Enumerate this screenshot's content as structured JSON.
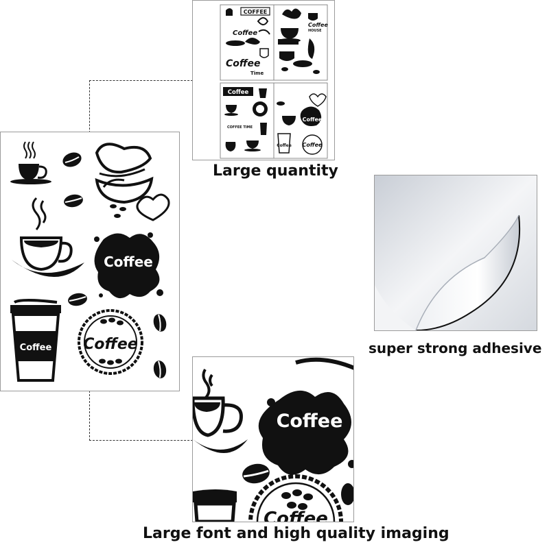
{
  "captions": {
    "top": "Large quantity",
    "right": "super strong adhesive",
    "bottom": "Large font and high quality imaging"
  },
  "stickers": {
    "word": "Coffee",
    "banner_word": "COFFEE",
    "time_word": "Time",
    "coffee_time": "COFFEE TIME",
    "house": "HOUSE"
  },
  "icons": [
    "coffee-cup-icon",
    "coffee-bean-icon",
    "heart-icon",
    "takeaway-cup-icon",
    "splash-badge-icon",
    "bean-seal-icon",
    "curled-film-icon"
  ],
  "colors": {
    "ink": "#111111",
    "frame": "#9a9a9a",
    "film": "#e4e7ec"
  }
}
